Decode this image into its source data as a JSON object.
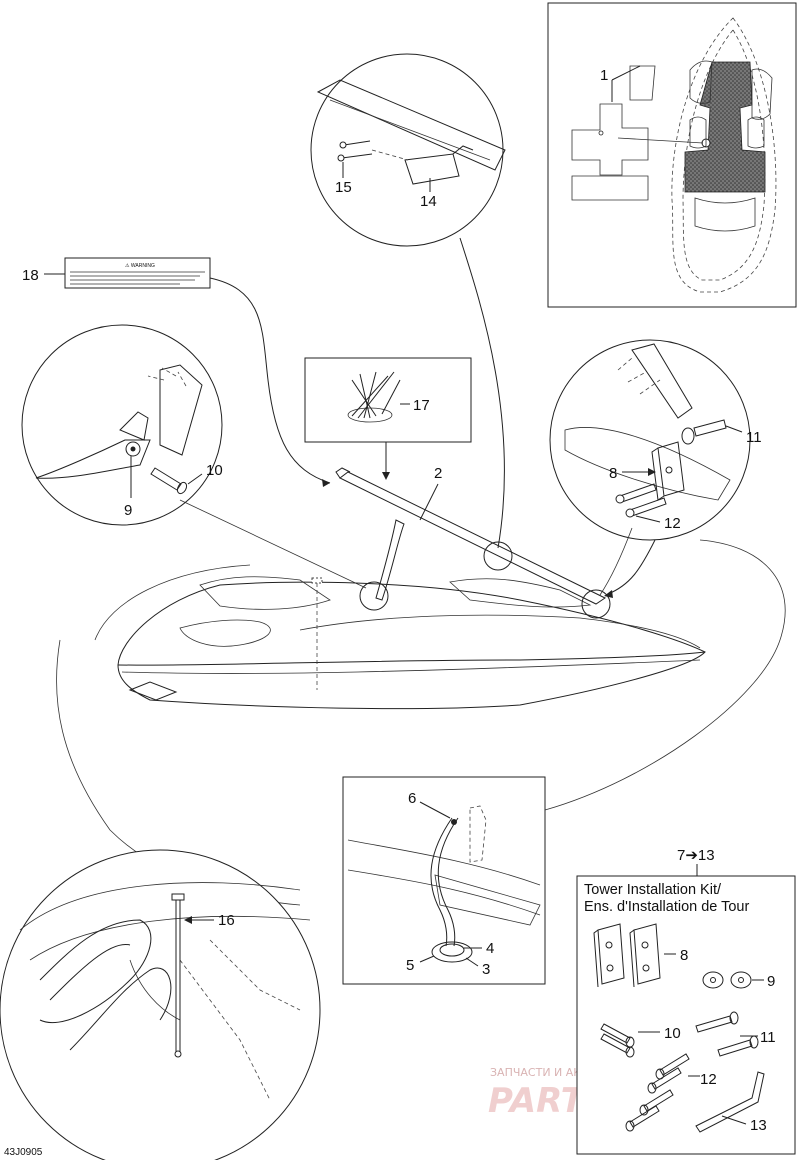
{
  "diagram_code": "43J0905",
  "callouts": {
    "c1": "1",
    "c2": "2",
    "c3": "3",
    "c4": "4",
    "c5": "5",
    "c6": "6",
    "c7_13": "7➔13",
    "c8": "8",
    "c9": "9",
    "c10": "10",
    "c11": "11",
    "c12": "12",
    "c13": "13",
    "c14": "14",
    "c15": "15",
    "c16": "16",
    "c17": "17",
    "c18": "18"
  },
  "kit": {
    "title_en": "Tower Installation Kit/",
    "title_fr": "Ens. d'Installation de Tour"
  },
  "watermark": {
    "top": "ЗАПЧАСТИ И АКСЕССУАРЫ ДЛЯ МОТОТЕХНИКИ",
    "brand": "PARTS FOR.RU"
  },
  "colors": {
    "line": "#222222",
    "watermark": "#e8b9b9",
    "hatch": "#555555"
  }
}
